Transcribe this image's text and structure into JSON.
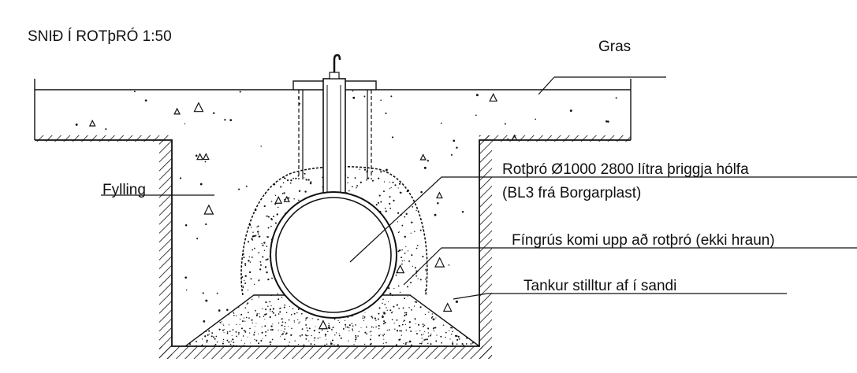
{
  "title": "SNIÐ Í ROTþRÓ 1:50",
  "labels": {
    "gras": "Gras",
    "fylling": "Fylling",
    "rotthro_line1": "Rotþró Ø1000 2800 lítra þriggja hólfa",
    "rotthro_line2": "(BL3 frá Borgarplast)",
    "fingrus": "Fíngrús komi upp að rotþró (ekki hraun)",
    "tankur": "Tankur stilltur af í sandi"
  },
  "colors": {
    "line": "#111111",
    "background": "#ffffff"
  }
}
